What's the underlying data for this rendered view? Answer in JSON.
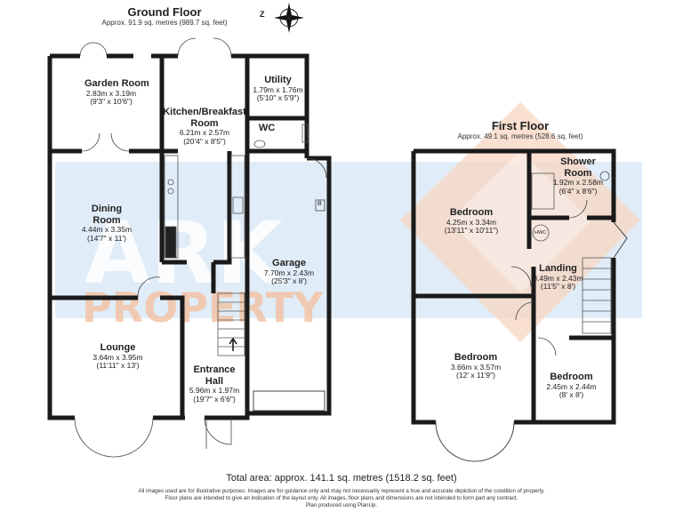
{
  "ground_floor": {
    "title": "Ground Floor",
    "area": "Approx. 91.9 sq. metres (989.7 sq. feet)",
    "rooms": [
      {
        "name": "Garden Room",
        "dim": "2.83m x 3.19m",
        "imp": "(9'3\" x 10'6\")"
      },
      {
        "name": "Kitchen/Breakfast Room",
        "dim": "6.21m x 2.57m",
        "imp": "(20'4\" x 8'5\")"
      },
      {
        "name": "Utility",
        "dim": "1.79m x 1.76m",
        "imp": "(5'10\" x 5'9\")"
      },
      {
        "name": "WC",
        "dim": "",
        "imp": ""
      },
      {
        "name": "Dining Room",
        "dim": "4.44m x 3.35m",
        "imp": "(14'7\" x 11')"
      },
      {
        "name": "Garage",
        "dim": "7.70m x 2.43m",
        "imp": "(25'3\" x 8')"
      },
      {
        "name": "Lounge",
        "dim": "3.64m x 3.95m",
        "imp": "(11'11\" x 13')"
      },
      {
        "name": "Entrance Hall",
        "dim": "5.96m x 1.97m",
        "imp": "(19'7\" x 6'6\")"
      }
    ],
    "label_b": "B"
  },
  "first_floor": {
    "title": "First Floor",
    "area": "Approx. 49.1 sq. metres (528.6 sq. feet)",
    "rooms": [
      {
        "name": "Shower Room",
        "dim": "1.92m x 2.58m",
        "imp": "(6'4\" x 8'6\")"
      },
      {
        "name": "Bedroom",
        "dim": "4.25m x 3.34m",
        "imp": "(13'11\" x 10'11\")"
      },
      {
        "name": "Landing",
        "dim": "3.49m x 2.43m",
        "imp": "(11'5\" x 8')"
      },
      {
        "name": "Bedroom",
        "dim": "3.66m x 3.57m",
        "imp": "(12' x 11'9\")"
      },
      {
        "name": "Bedroom",
        "dim": "2.45m x 2.44m",
        "imp": "(8' x 8')"
      }
    ],
    "hwc_label": "HWC"
  },
  "compass_label": "Z",
  "watermark": {
    "line1": "ARK",
    "line2": "PROPERTY"
  },
  "total_area": "Total area: approx. 141.1 sq. metres (1518.2 sq. feet)",
  "disclaimer": [
    "All images used are for illustrative purposes. Images are for guidance only and may not necessarily represent a true and accurate depiction of the condition of property.",
    "Floor plans are intended to give an indication of the layout only. All images, floor plans and dimensions are not intended to form part any contract.",
    "Plan produced using PlanUp."
  ],
  "colors": {
    "wall": "#1a1a1a",
    "watermark_blue": "#bcd9f0",
    "watermark_orange": "#f6cbb2"
  }
}
